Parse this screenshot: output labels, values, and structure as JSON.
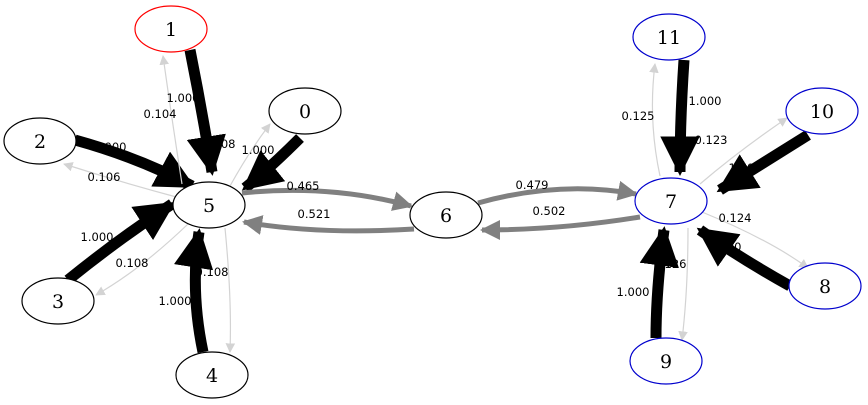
{
  "colors": {
    "background": "#ffffff",
    "default_node_stroke": "#000000",
    "selected_node_stroke": "#ff0000",
    "group_node_stroke": "#0000cd",
    "edge_strong": "#000000",
    "edge_medium": "#808080",
    "edge_weak": "#d3d3d3"
  },
  "nodes": [
    {
      "id": "n0",
      "label": "0",
      "stroke": "black"
    },
    {
      "id": "n1",
      "label": "1",
      "stroke": "red"
    },
    {
      "id": "n2",
      "label": "2",
      "stroke": "black"
    },
    {
      "id": "n3",
      "label": "3",
      "stroke": "black"
    },
    {
      "id": "n4",
      "label": "4",
      "stroke": "black"
    },
    {
      "id": "n5",
      "label": "5",
      "stroke": "black"
    },
    {
      "id": "n6",
      "label": "6",
      "stroke": "black"
    },
    {
      "id": "n7",
      "label": "7",
      "stroke": "blue"
    },
    {
      "id": "n8",
      "label": "8",
      "stroke": "blue"
    },
    {
      "id": "n9",
      "label": "9",
      "stroke": "blue"
    },
    {
      "id": "n10",
      "label": "10",
      "stroke": "blue"
    },
    {
      "id": "n11",
      "label": "11",
      "stroke": "blue"
    }
  ],
  "edges": [
    {
      "from": "1",
      "to": "5",
      "weight": "1.000",
      "strength": "strong"
    },
    {
      "from": "0",
      "to": "5",
      "weight": "1.000",
      "strength": "strong"
    },
    {
      "from": "2",
      "to": "5",
      "weight": "1.000",
      "strength": "strong"
    },
    {
      "from": "3",
      "to": "5",
      "weight": "1.000",
      "strength": "strong"
    },
    {
      "from": "4",
      "to": "5",
      "weight": "1.000",
      "strength": "strong"
    },
    {
      "from": "5",
      "to": "1",
      "weight": "0.104",
      "strength": "weak"
    },
    {
      "from": "5",
      "to": "0",
      "weight": "0.108",
      "strength": "weak"
    },
    {
      "from": "5",
      "to": "2",
      "weight": "0.106",
      "strength": "weak"
    },
    {
      "from": "5",
      "to": "3",
      "weight": "0.108",
      "strength": "weak"
    },
    {
      "from": "5",
      "to": "4",
      "weight": "0.108",
      "strength": "weak"
    },
    {
      "from": "5",
      "to": "6",
      "weight": "0.465",
      "strength": "medium"
    },
    {
      "from": "6",
      "to": "5",
      "weight": "0.521",
      "strength": "medium"
    },
    {
      "from": "6",
      "to": "7",
      "weight": "0.479",
      "strength": "medium"
    },
    {
      "from": "7",
      "to": "6",
      "weight": "0.502",
      "strength": "medium"
    },
    {
      "from": "11",
      "to": "7",
      "weight": "1.000",
      "strength": "strong"
    },
    {
      "from": "10",
      "to": "7",
      "weight": "1.000",
      "strength": "strong"
    },
    {
      "from": "8",
      "to": "7",
      "weight": "1.000",
      "strength": "strong"
    },
    {
      "from": "9",
      "to": "7",
      "weight": "1.000",
      "strength": "strong"
    },
    {
      "from": "7",
      "to": "11",
      "weight": "0.125",
      "strength": "weak"
    },
    {
      "from": "7",
      "to": "10",
      "weight": "0.123",
      "strength": "weak"
    },
    {
      "from": "7",
      "to": "8",
      "weight": "0.124",
      "strength": "weak"
    },
    {
      "from": "7",
      "to": "9",
      "weight": "0.126",
      "strength": "weak"
    }
  ]
}
